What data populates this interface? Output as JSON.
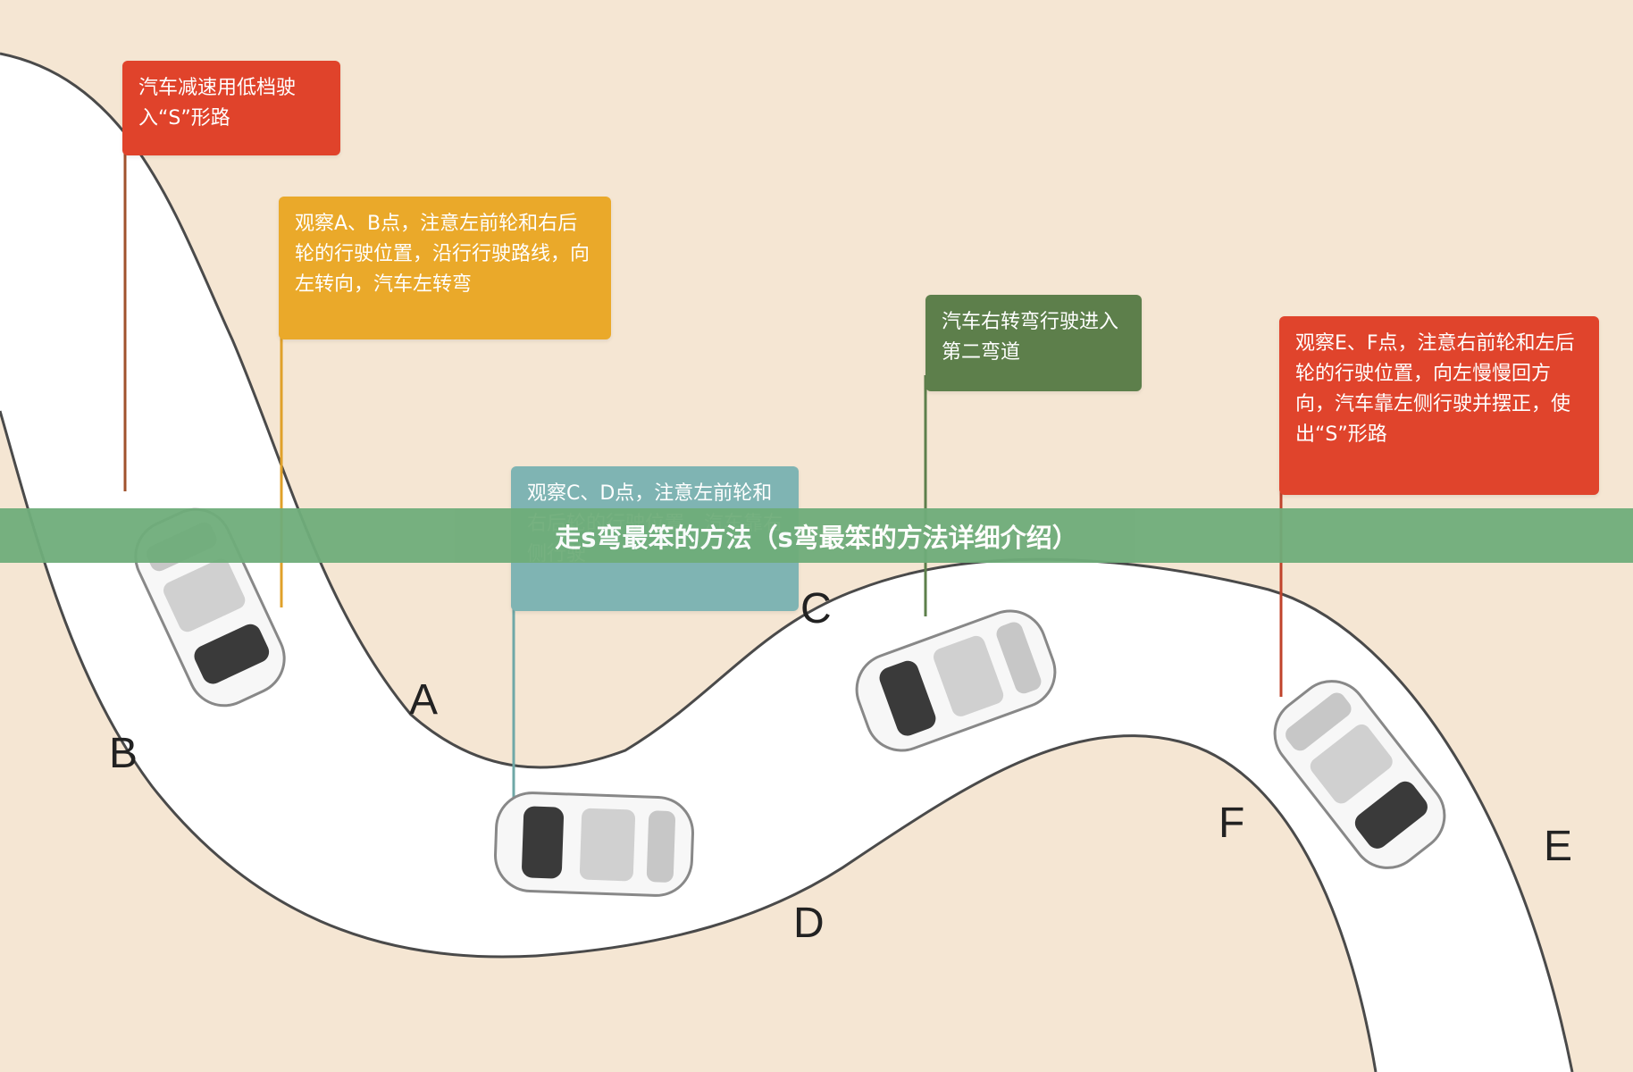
{
  "title": "走s弯最笨的方法（s弯最笨的方法详细介绍）",
  "colors": {
    "background": "#f5e6d3",
    "road": "#ffffff",
    "road_edge": "#4a4a4a",
    "banner": "#6fad7a",
    "callout_red": "#e0432b",
    "callout_yellow": "#eaa92a",
    "callout_green": "#5d7f4b",
    "callout_teal": "#7fb4b3",
    "callout_red2": "#e0442c"
  },
  "point_labels": {
    "a": "A",
    "b": "B",
    "c": "C",
    "d": "D",
    "e": "E",
    "f": "F"
  },
  "callouts": {
    "enter": "汽车减速用低档驶入“S”形路",
    "ab": "观察A、B点，注意左前轮和右后轮的行驶位置，沿行行驶路线，向左转向，汽车左转弯",
    "second": "汽车右转弯行驶进入第二弯道",
    "cd": "观察C、D点，注意左前轮和右后轮的行驶位置，汽车靠右侧行驶",
    "ef": "观察E、F点，注意右前轮和左后轮的行驶位置，向左慢慢回方向，汽车靠左侧行驶并摆正，使出“S”形路"
  },
  "car_icons": [
    "car-icon",
    "car-icon",
    "car-icon",
    "car-icon",
    "car-icon"
  ]
}
